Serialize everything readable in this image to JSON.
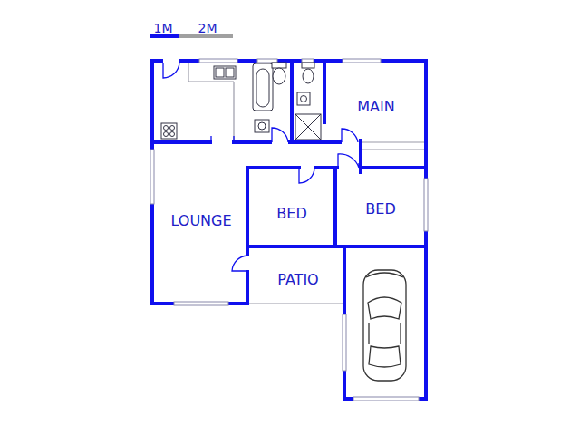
{
  "diagram": {
    "labels": [
      "1M",
      "2M",
      "MAIN",
      "LOUNGE",
      "BED",
      "BED",
      "PATIO"
    ]
  }
}
